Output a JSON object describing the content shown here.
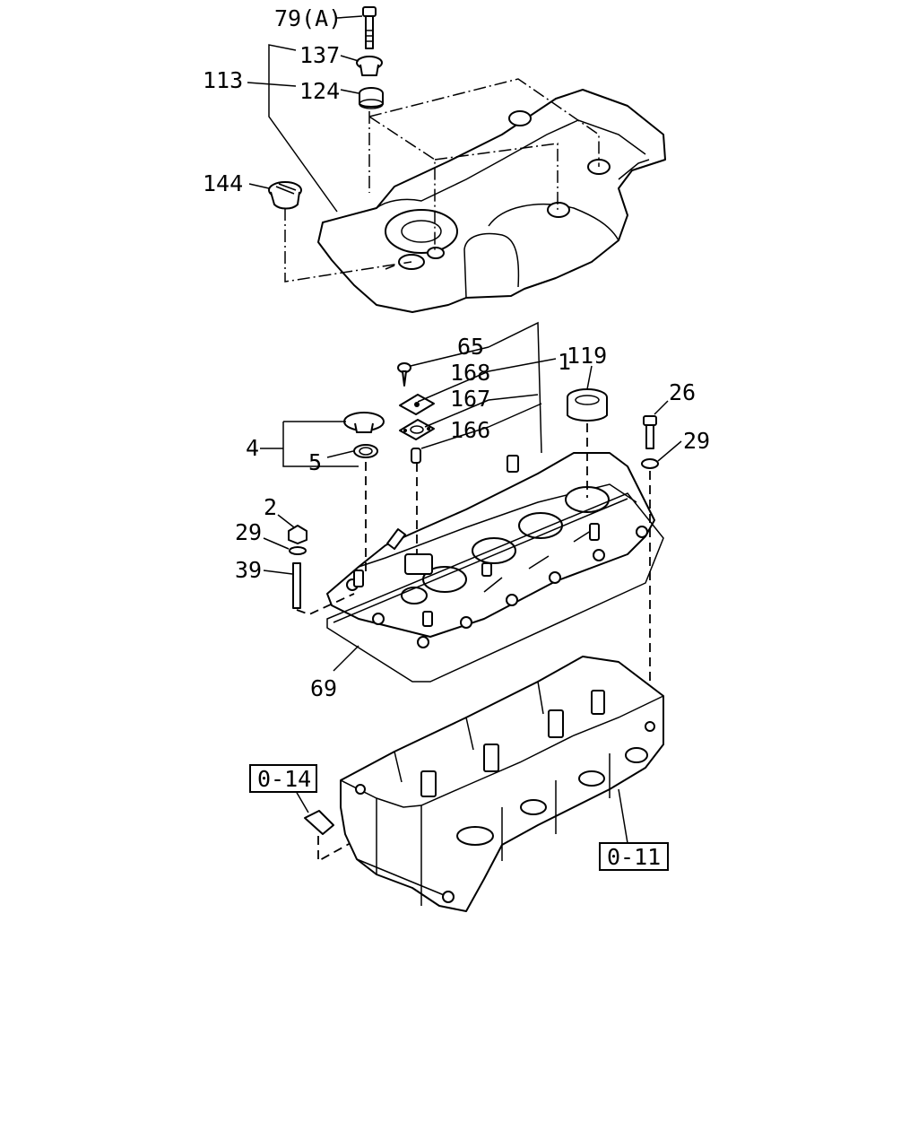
{
  "labels": {
    "l79a": "79(A)",
    "l137": "137",
    "l113": "113",
    "l124": "124",
    "l144": "144",
    "l65": "65",
    "l1": "1",
    "l168": "168",
    "l167": "167",
    "l119": "119",
    "l166": "166",
    "l4": "4",
    "l5": "5",
    "l26": "26",
    "l29a": "29",
    "l2": "2",
    "l29b": "29",
    "l39": "39",
    "l69": "69",
    "box014": "0-14",
    "box011": "0-11"
  }
}
